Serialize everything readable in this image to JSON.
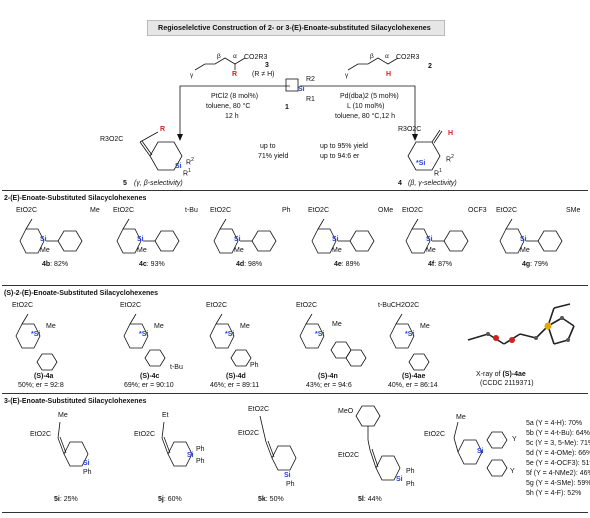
{
  "title": "Regioselelctive Construction of  2- or 3-(E)-Enoate-substituted Silacyclohexenes",
  "scheme": {
    "reagent3": {
      "group": "CO2R3",
      "label": "3",
      "cond": "(R ≠ H)",
      "R": "R",
      "beta": "β",
      "alpha": "α",
      "gamma": "γ"
    },
    "reagent2": {
      "group": "CO2R3",
      "label": "2",
      "H": "H",
      "beta": "β",
      "alpha": "α",
      "gamma": "γ"
    },
    "silacycle": {
      "label": "1",
      "R1": "R1",
      "R2": "R2",
      "Si": "Si"
    },
    "left_conditions": [
      "PtCl2 (8 mol%)",
      "toluene, 80 °C",
      "12 h"
    ],
    "right_conditions": [
      "Pd(dba)2 (5 mol%)",
      "L (10 mol%)",
      "toluene, 80 °C,12 h"
    ],
    "left_yield": [
      "up to",
      "71% yield"
    ],
    "right_yield": [
      "up to 95% yield",
      "up to 94:6 er"
    ],
    "left_product": {
      "label": "5",
      "selectivity": "(γ, β-selectivity)",
      "ester": "R3O2C",
      "R": "R"
    },
    "right_product": {
      "label": "4",
      "selectivity": "(β, γ-selectivity)",
      "ester": "R3O2C",
      "H": "H"
    }
  },
  "section1": {
    "heading": "2-(E)-Enoate-Substituted Silacyclohexenes",
    "items": [
      {
        "ester": "EtO2C",
        "sub": "Me",
        "label": "4b",
        "yield": ": 82%"
      },
      {
        "ester": "EtO2C",
        "sub": "t-Bu",
        "label": "4c",
        "yield": ": 93%"
      },
      {
        "ester": "EtO2C",
        "sub": "Ph",
        "label": "4d",
        "yield": ": 98%"
      },
      {
        "ester": "EtO2C",
        "sub": "OMe",
        "label": "4e",
        "yield": ": 89%"
      },
      {
        "ester": "EtO2C",
        "sub": "OCF3",
        "label": "4f",
        "yield": ": 87%"
      },
      {
        "ester": "EtO2C",
        "sub": "SMe",
        "label": "4g",
        "yield": ": 79%"
      }
    ],
    "si": "Si",
    "me": "Me"
  },
  "section2": {
    "heading": "(S)-2-(E)-Enoate-Substituted Silacyclohexenes",
    "items": [
      {
        "ester": "EtO2C",
        "label": "(S)-4a",
        "line2": "50%; er = 92:8"
      },
      {
        "ester": "EtO2C",
        "label": "(S)-4c",
        "line2": "69%; er = 90:10",
        "extra": "t-Bu"
      },
      {
        "ester": "EtO2C",
        "label": "(S)-4d",
        "line2": "46%; er = 89:11",
        "extra": "Ph"
      },
      {
        "ester": "EtO2C",
        "label": "(S)-4n",
        "line2": "43%; er = 94:6"
      },
      {
        "ester": "t-BuCH2O2C",
        "label": "(S)-4ae",
        "line2": "40%, er = 86:14"
      }
    ],
    "si": "*Si",
    "me": "Me",
    "xray_caption": "X-ray of (S)-4ae",
    "ccdc": "(CCDC 2119371)"
  },
  "section3": {
    "heading": "3-(E)-Enoate-Substituted Silacyclohexenes",
    "items": [
      {
        "ester": "EtO2C",
        "top": "Me",
        "label": "5i",
        "yield": ": 25%"
      },
      {
        "ester": "EtO2C",
        "top": "Et",
        "label": "5j",
        "yield": ": 60%"
      },
      {
        "ester": "EtO2C",
        "top": "EtO2C",
        "label": "5k",
        "yield": ": 50%"
      },
      {
        "ester": "EtO2C",
        "top": "MeO",
        "label": "5l",
        "yield": ": 44%"
      }
    ],
    "generic": {
      "ester": "EtO2C",
      "top": "Me",
      "Y": "Y"
    },
    "list": [
      "5a (Y = 4-H): 70%",
      "5b (Y = 4-t-Bu): 64%",
      "5c (Y = 3, 5-Me): 71%",
      "5d (Y = 4-OMe): 66%",
      "5e (Y = 4-OCF3): 51%",
      "5f (Y = 4-NMe2): 46%",
      "5g (Y = 4-SMe): 59%",
      "5h (Y = 4-F): 52%"
    ],
    "si": "Si",
    "ph": "Ph",
    "me": "Me"
  },
  "colors": {
    "si_blue": "#1f3fcf",
    "red": "#d21f1f",
    "title_box": "#e6e6e6"
  }
}
